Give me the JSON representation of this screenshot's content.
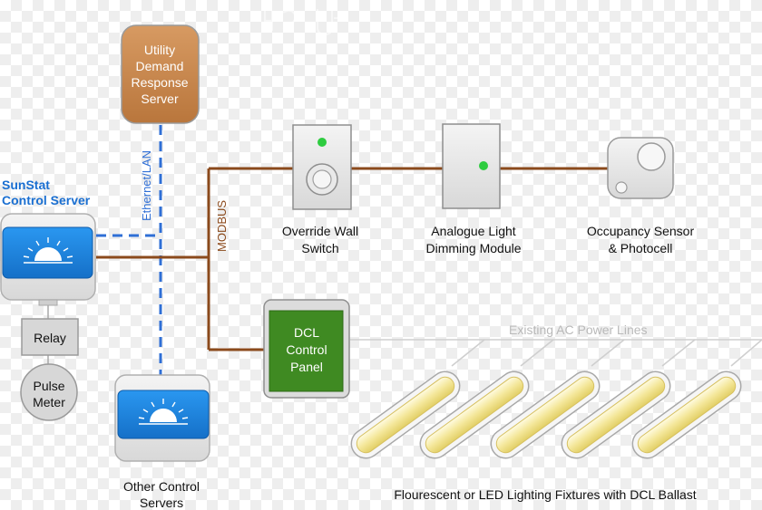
{
  "utility_server": {
    "line1": "Utility",
    "line2": "Demand",
    "line3": "Response",
    "line4": "Server"
  },
  "ethernet_label": "Ethernet/LAN",
  "modbus_label": "MODBUS",
  "sunstat": {
    "line1": "SunStat",
    "line2": "Control Server"
  },
  "relay_label": "Relay",
  "pulse_meter": {
    "line1": "Pulse",
    "line2": "Meter"
  },
  "other_servers": {
    "line1": "Other Control",
    "line2": "Servers"
  },
  "override_switch": {
    "line1": "Override Wall",
    "line2": "Switch"
  },
  "dimming_module": {
    "line1": "Analogue Light",
    "line2": "Dimming Module"
  },
  "occupancy_sensor": {
    "line1": "Occupancy Sensor",
    "line2": "& Photocell"
  },
  "dcl_panel": {
    "line1": "DCL",
    "line2": "Control",
    "line3": "Panel"
  },
  "power_lines_label": "Existing AC Power Lines",
  "fixtures_label": "Flourescent or LED Lighting Fixtures with DCL Ballast",
  "colors": {
    "modbus_line": "#8b4a1c",
    "ethernet_line": "#2f6fd6",
    "utility_fill": "#c8874e",
    "server_blue": "#1f86e0",
    "dcl_green": "#3f8a22",
    "led_green": "#2ecc40",
    "fixture_yellow": "#f4e79a"
  },
  "icons": {
    "sunstat_icon": "sunrise-icon",
    "other_icon": "sunrise-icon",
    "switch_icon": "push-button-icon",
    "sensor_icon": "sensor-lens-icon",
    "top_faded_icons": "faded-logo-icon"
  }
}
